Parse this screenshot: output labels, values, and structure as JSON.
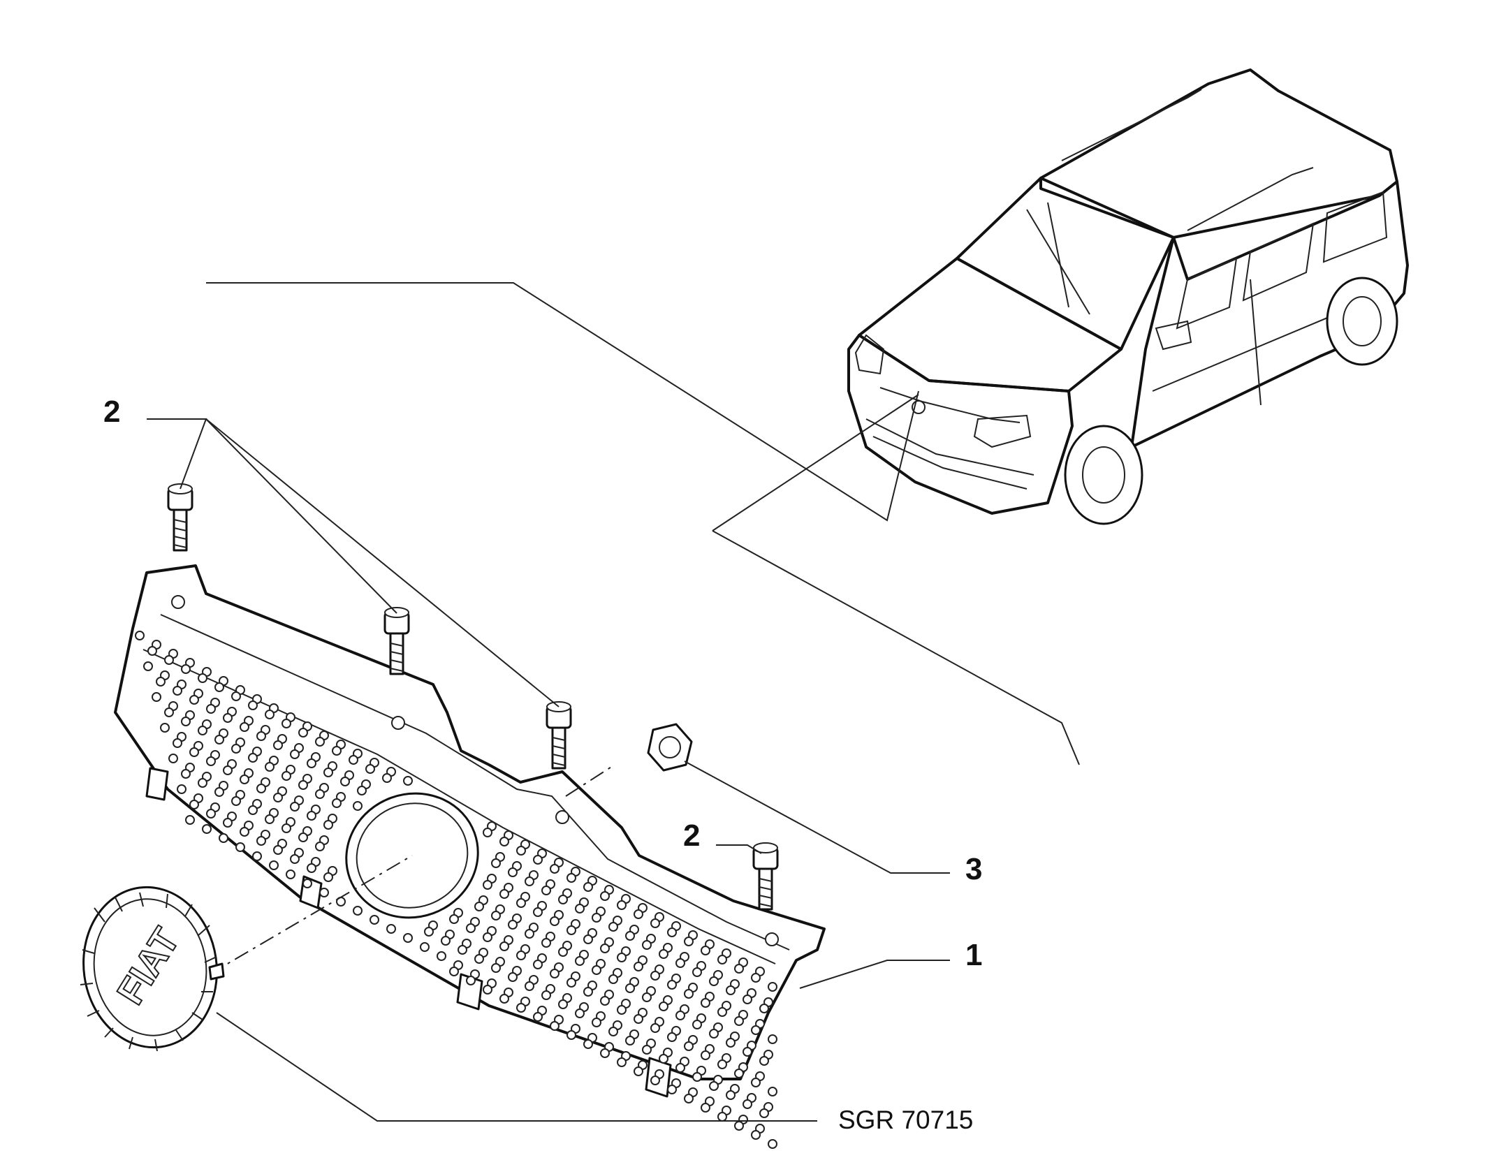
{
  "callouts": {
    "screw_top": "2",
    "screw_bottom": "2",
    "nut": "3",
    "grille": "1"
  },
  "drawing_reference": "SGR 70715",
  "emblem_text": "FIAT",
  "icons": {
    "vehicle": "car-icon",
    "grille": "grille-icon",
    "screw": "screw-icon",
    "nut": "hex-nut-icon",
    "emblem": "emblem-icon"
  }
}
